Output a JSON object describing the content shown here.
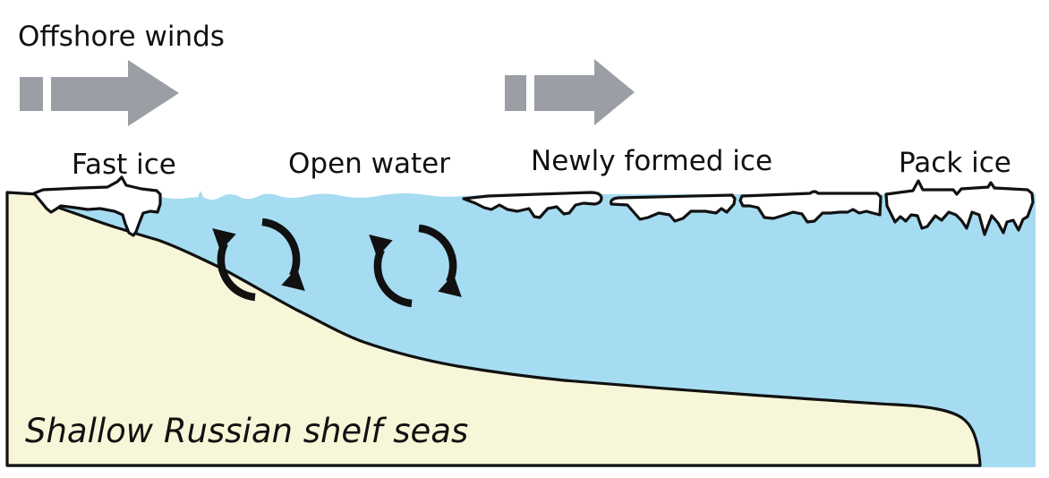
{
  "diagram": {
    "labels": {
      "offshore_winds": "Offshore winds",
      "fast_ice": "Fast ice",
      "open_water": "Open water",
      "newly_formed_ice": "Newly formed ice",
      "pack_ice": "Pack ice",
      "shelf": "Shallow Russian shelf seas"
    },
    "colors": {
      "water": "#a6dcf2",
      "land": "#f8f6d8",
      "outline": "#111111",
      "arrow": "#9b9ea5",
      "text": "#111111",
      "bg": "#ffffff"
    },
    "icons": {
      "wind_arrow": "offshore-wind-arrow-icon",
      "convection": "clockwise-circulation-icon"
    }
  }
}
